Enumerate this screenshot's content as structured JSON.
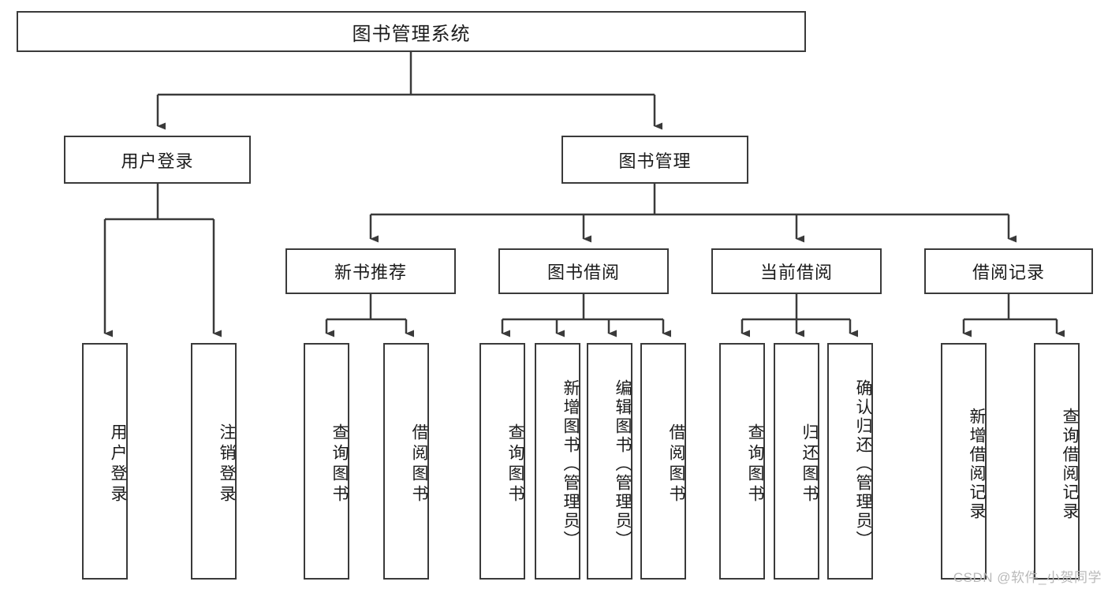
{
  "diagram": {
    "title": "图书管理系统",
    "type": "tree-hierarchy",
    "root": {
      "label": "图书管理系统"
    },
    "level2": [
      {
        "label": "用户登录"
      },
      {
        "label": "图书管理"
      }
    ],
    "level3": [
      {
        "label": "新书推荐"
      },
      {
        "label": "图书借阅"
      },
      {
        "label": "当前借阅"
      },
      {
        "label": "借阅记录"
      }
    ],
    "leaves": {
      "user_login": [
        {
          "label": "用户登录"
        },
        {
          "label": "注销登录"
        }
      ],
      "new_book_recommend": [
        {
          "label": "查询图书"
        },
        {
          "label": "借阅图书"
        }
      ],
      "book_borrow": [
        {
          "label": "查询图书"
        },
        {
          "label": "新增图书（管理员）"
        },
        {
          "label": "编辑图书（管理员）"
        },
        {
          "label": "借阅图书"
        }
      ],
      "current_borrow": [
        {
          "label": "查询图书"
        },
        {
          "label": "归还图书"
        },
        {
          "label": "确认归还（管理员）"
        }
      ],
      "borrow_record": [
        {
          "label": "新增借阅记录"
        },
        {
          "label": "查询借阅记录"
        }
      ]
    }
  },
  "watermark": {
    "text": "CSDN @软件_小贺同学"
  },
  "colors": {
    "border": "#3a3a3a",
    "background": "#ffffff",
    "text": "#1b1b1b",
    "watermark": "#b9b9b9"
  }
}
